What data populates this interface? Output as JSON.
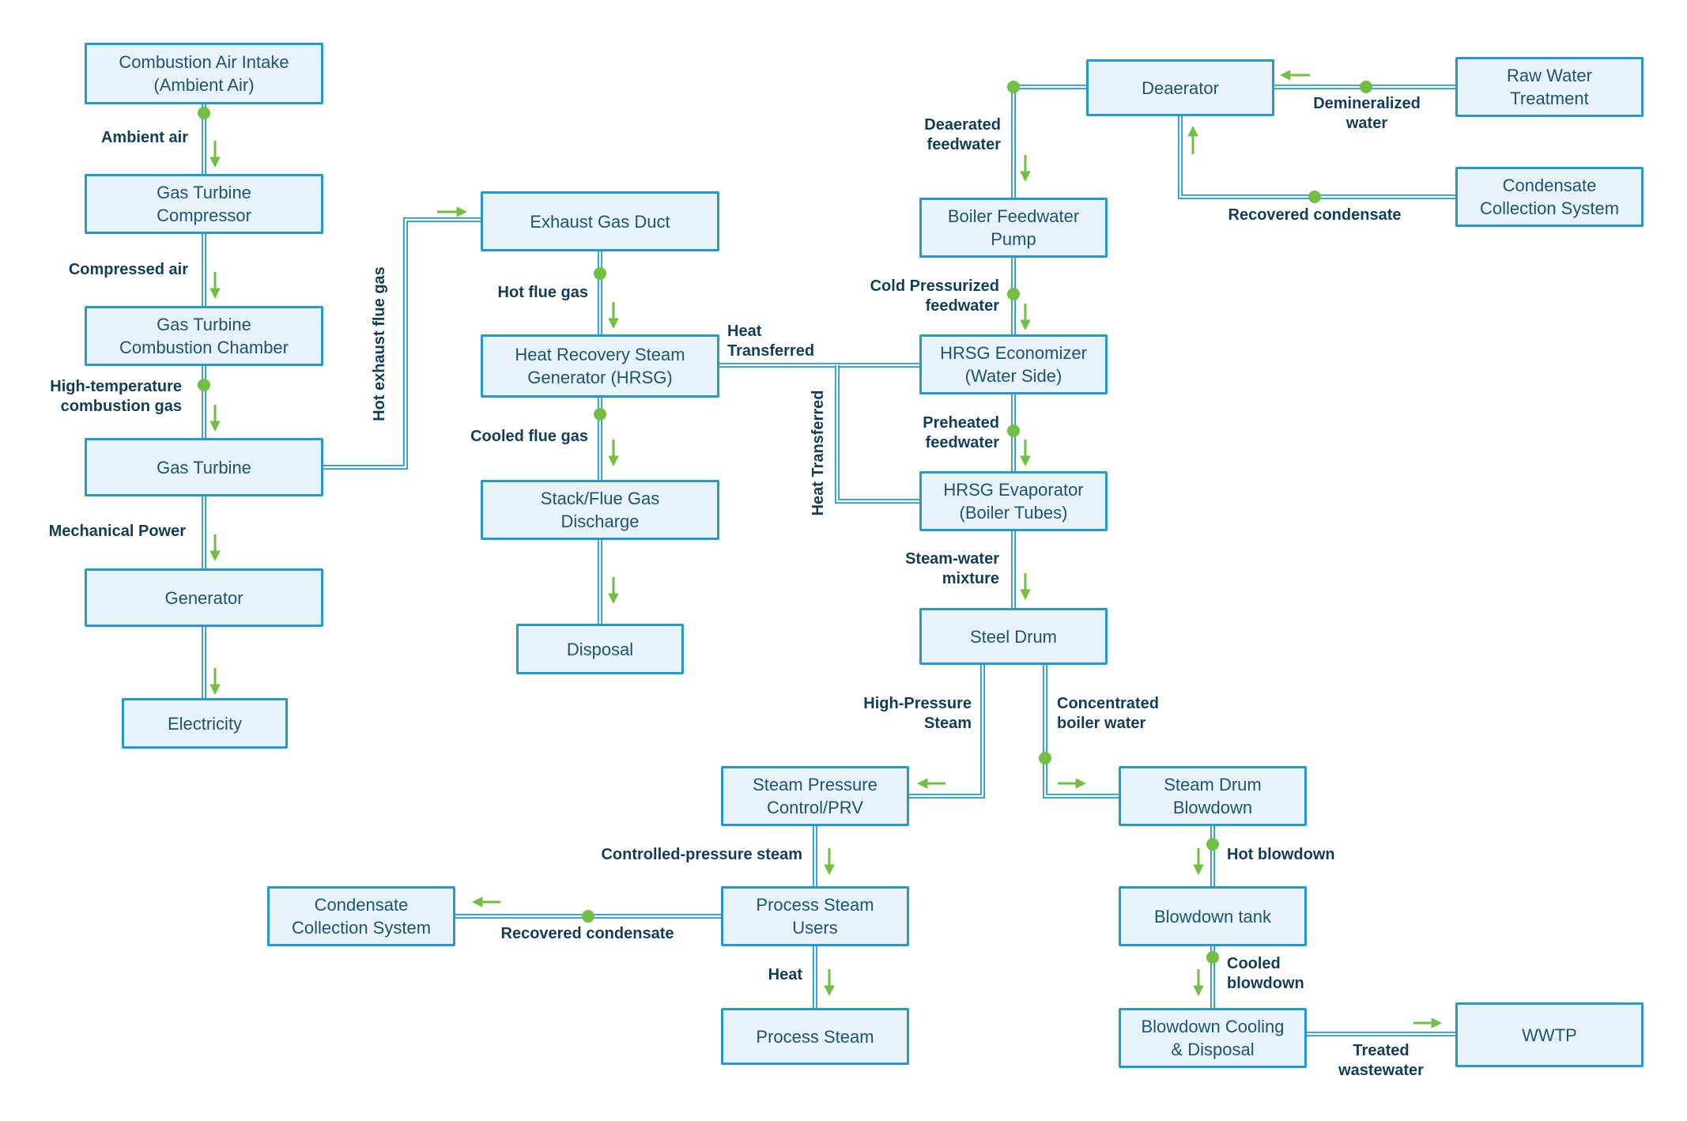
{
  "colors": {
    "box_fill": "#e8f3fb",
    "box_border": "#2598cf",
    "box_text": "#1c5471",
    "label_text": "#123d57",
    "line": "#2598cf",
    "accent_green": "#72bf44"
  },
  "nodes": [
    {
      "id": "combustion-air-intake",
      "label": "Combustion Air Intake\n(Ambient Air)"
    },
    {
      "id": "gas-turbine-compressor",
      "label": "Gas Turbine\nCompressor"
    },
    {
      "id": "gas-turbine-combustion-chamber",
      "label": "Gas Turbine\nCombustion Chamber"
    },
    {
      "id": "gas-turbine",
      "label": "Gas Turbine"
    },
    {
      "id": "generator",
      "label": "Generator"
    },
    {
      "id": "electricity",
      "label": "Electricity"
    },
    {
      "id": "exhaust-gas-duct",
      "label": "Exhaust Gas Duct"
    },
    {
      "id": "hrsg",
      "label": "Heat Recovery Steam\nGenerator (HRSG)"
    },
    {
      "id": "stack-flue-gas-discharge",
      "label": "Stack/Flue Gas\nDischarge"
    },
    {
      "id": "disposal",
      "label": "Disposal"
    },
    {
      "id": "deaerator",
      "label": "Deaerator"
    },
    {
      "id": "raw-water-treatment",
      "label": "Raw Water\nTreatment"
    },
    {
      "id": "condensate-collection-system-right",
      "label": "Condensate\nCollection System"
    },
    {
      "id": "boiler-feedwater-pump",
      "label": "Boiler Feedwater\nPump"
    },
    {
      "id": "hrsg-economizer",
      "label": "HRSG Economizer\n(Water Side)"
    },
    {
      "id": "hrsg-evaporator",
      "label": "HRSG Evaporator\n(Boiler Tubes)"
    },
    {
      "id": "steel-drum",
      "label": "Steel Drum"
    },
    {
      "id": "steam-pressure-control-prv",
      "label": "Steam Pressure\nControl/PRV"
    },
    {
      "id": "process-steam-users",
      "label": "Process Steam\nUsers"
    },
    {
      "id": "condensate-collection-system-left",
      "label": "Condensate\nCollection System"
    },
    {
      "id": "process-steam",
      "label": "Process Steam"
    },
    {
      "id": "steam-drum-blowdown",
      "label": "Steam Drum\nBlowdown"
    },
    {
      "id": "blowdown-tank",
      "label": "Blowdown tank"
    },
    {
      "id": "blowdown-cooling-disposal",
      "label": "Blowdown Cooling\n& Disposal"
    },
    {
      "id": "wwtp",
      "label": "WWTP"
    }
  ],
  "flow_labels": [
    {
      "id": "ambient-air",
      "text": "Ambient air"
    },
    {
      "id": "compressed-air",
      "text": "Compressed air"
    },
    {
      "id": "high-temperature-combustion-gas",
      "text": "High-temperature\ncombustion gas"
    },
    {
      "id": "mechanical-power",
      "text": "Mechanical Power"
    },
    {
      "id": "hot-exhaust-flue-gas",
      "text": "Hot exhaust flue gas"
    },
    {
      "id": "hot-flue-gas",
      "text": "Hot flue gas"
    },
    {
      "id": "cooled-flue-gas",
      "text": "Cooled flue gas"
    },
    {
      "id": "heat-transferred-horizontal",
      "text": "Heat\nTransferred"
    },
    {
      "id": "heat-transferred-vertical",
      "text": "Heat Transferred"
    },
    {
      "id": "deaerated-feedwater",
      "text": "Deaerated\nfeedwater"
    },
    {
      "id": "demineralized-water",
      "text": "Demineralized\nwater"
    },
    {
      "id": "recovered-condensate-top",
      "text": "Recovered condensate"
    },
    {
      "id": "cold-pressurized-feedwater",
      "text": "Cold Pressurized\nfeedwater"
    },
    {
      "id": "preheated-feedwater",
      "text": "Preheated\nfeedwater"
    },
    {
      "id": "steam-water-mixture",
      "text": "Steam-water\nmixture"
    },
    {
      "id": "high-pressure-steam",
      "text": "High-Pressure\nSteam"
    },
    {
      "id": "concentrated-boiler-water",
      "text": "Concentrated\nboiler water"
    },
    {
      "id": "controlled-pressure-steam",
      "text": "Controlled-pressure steam"
    },
    {
      "id": "recovered-condensate-bottom",
      "text": "Recovered condensate"
    },
    {
      "id": "heat",
      "text": "Heat"
    },
    {
      "id": "hot-blowdown",
      "text": "Hot blowdown"
    },
    {
      "id": "cooled-blowdown",
      "text": "Cooled\nblowdown"
    },
    {
      "id": "treated-wastewater",
      "text": "Treated\nwastewater"
    }
  ],
  "edges": [
    {
      "from": "combustion-air-intake",
      "to": "gas-turbine-compressor",
      "label": "Ambient air"
    },
    {
      "from": "gas-turbine-compressor",
      "to": "gas-turbine-combustion-chamber",
      "label": "Compressed air"
    },
    {
      "from": "gas-turbine-combustion-chamber",
      "to": "gas-turbine",
      "label": "High-temperature combustion gas"
    },
    {
      "from": "gas-turbine",
      "to": "generator",
      "label": "Mechanical Power"
    },
    {
      "from": "generator",
      "to": "electricity",
      "label": ""
    },
    {
      "from": "gas-turbine",
      "to": "exhaust-gas-duct",
      "label": "Hot exhaust flue gas"
    },
    {
      "from": "exhaust-gas-duct",
      "to": "hrsg",
      "label": "Hot flue gas"
    },
    {
      "from": "hrsg",
      "to": "stack-flue-gas-discharge",
      "label": "Cooled flue gas"
    },
    {
      "from": "stack-flue-gas-discharge",
      "to": "disposal",
      "label": ""
    },
    {
      "from": "hrsg",
      "to": "hrsg-economizer",
      "label": "Heat Transferred"
    },
    {
      "from": "hrsg",
      "to": "hrsg-evaporator",
      "label": "Heat Transferred"
    },
    {
      "from": "raw-water-treatment",
      "to": "deaerator",
      "label": "Demineralized water"
    },
    {
      "from": "condensate-collection-system-right",
      "to": "deaerator",
      "label": "Recovered condensate"
    },
    {
      "from": "deaerator",
      "to": "boiler-feedwater-pump",
      "label": "Deaerated feedwater"
    },
    {
      "from": "boiler-feedwater-pump",
      "to": "hrsg-economizer",
      "label": "Cold Pressurized feedwater"
    },
    {
      "from": "hrsg-economizer",
      "to": "hrsg-evaporator",
      "label": "Preheated feedwater"
    },
    {
      "from": "hrsg-evaporator",
      "to": "steel-drum",
      "label": "Steam-water mixture"
    },
    {
      "from": "steel-drum",
      "to": "steam-pressure-control-prv",
      "label": "High-Pressure Steam"
    },
    {
      "from": "steel-drum",
      "to": "steam-drum-blowdown",
      "label": "Concentrated boiler water"
    },
    {
      "from": "steam-pressure-control-prv",
      "to": "process-steam-users",
      "label": "Controlled-pressure steam"
    },
    {
      "from": "process-steam-users",
      "to": "condensate-collection-system-left",
      "label": "Recovered condensate"
    },
    {
      "from": "process-steam-users",
      "to": "process-steam",
      "label": "Heat"
    },
    {
      "from": "steam-drum-blowdown",
      "to": "blowdown-tank",
      "label": "Hot blowdown"
    },
    {
      "from": "blowdown-tank",
      "to": "blowdown-cooling-disposal",
      "label": "Cooled blowdown"
    },
    {
      "from": "blowdown-cooling-disposal",
      "to": "wwtp",
      "label": "Treated wastewater"
    }
  ]
}
